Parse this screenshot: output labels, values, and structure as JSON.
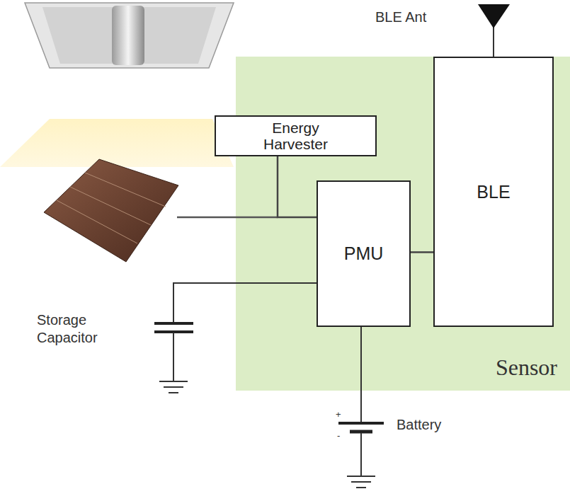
{
  "diagram": {
    "nodes": [
      {
        "text": [
          "Sensor"
        ]
      },
      {
        "text": [
          "Energy Harvester"
        ],
        "in": 0
      },
      {
        "text": [
          "PMU"
        ],
        "in": 0
      },
      {
        "text": [
          "BLE"
        ],
        "in": 0
      }
    ],
    "edges": [
      {
        "from": 1,
        "to": 2,
        "arrow": "none"
      },
      {
        "from": 2,
        "to": 3,
        "arrow": "none"
      }
    ],
    "labels": [
      "BLE Ant",
      "Storage Capacitor",
      "+",
      "-",
      "Battery"
    ]
  }
}
